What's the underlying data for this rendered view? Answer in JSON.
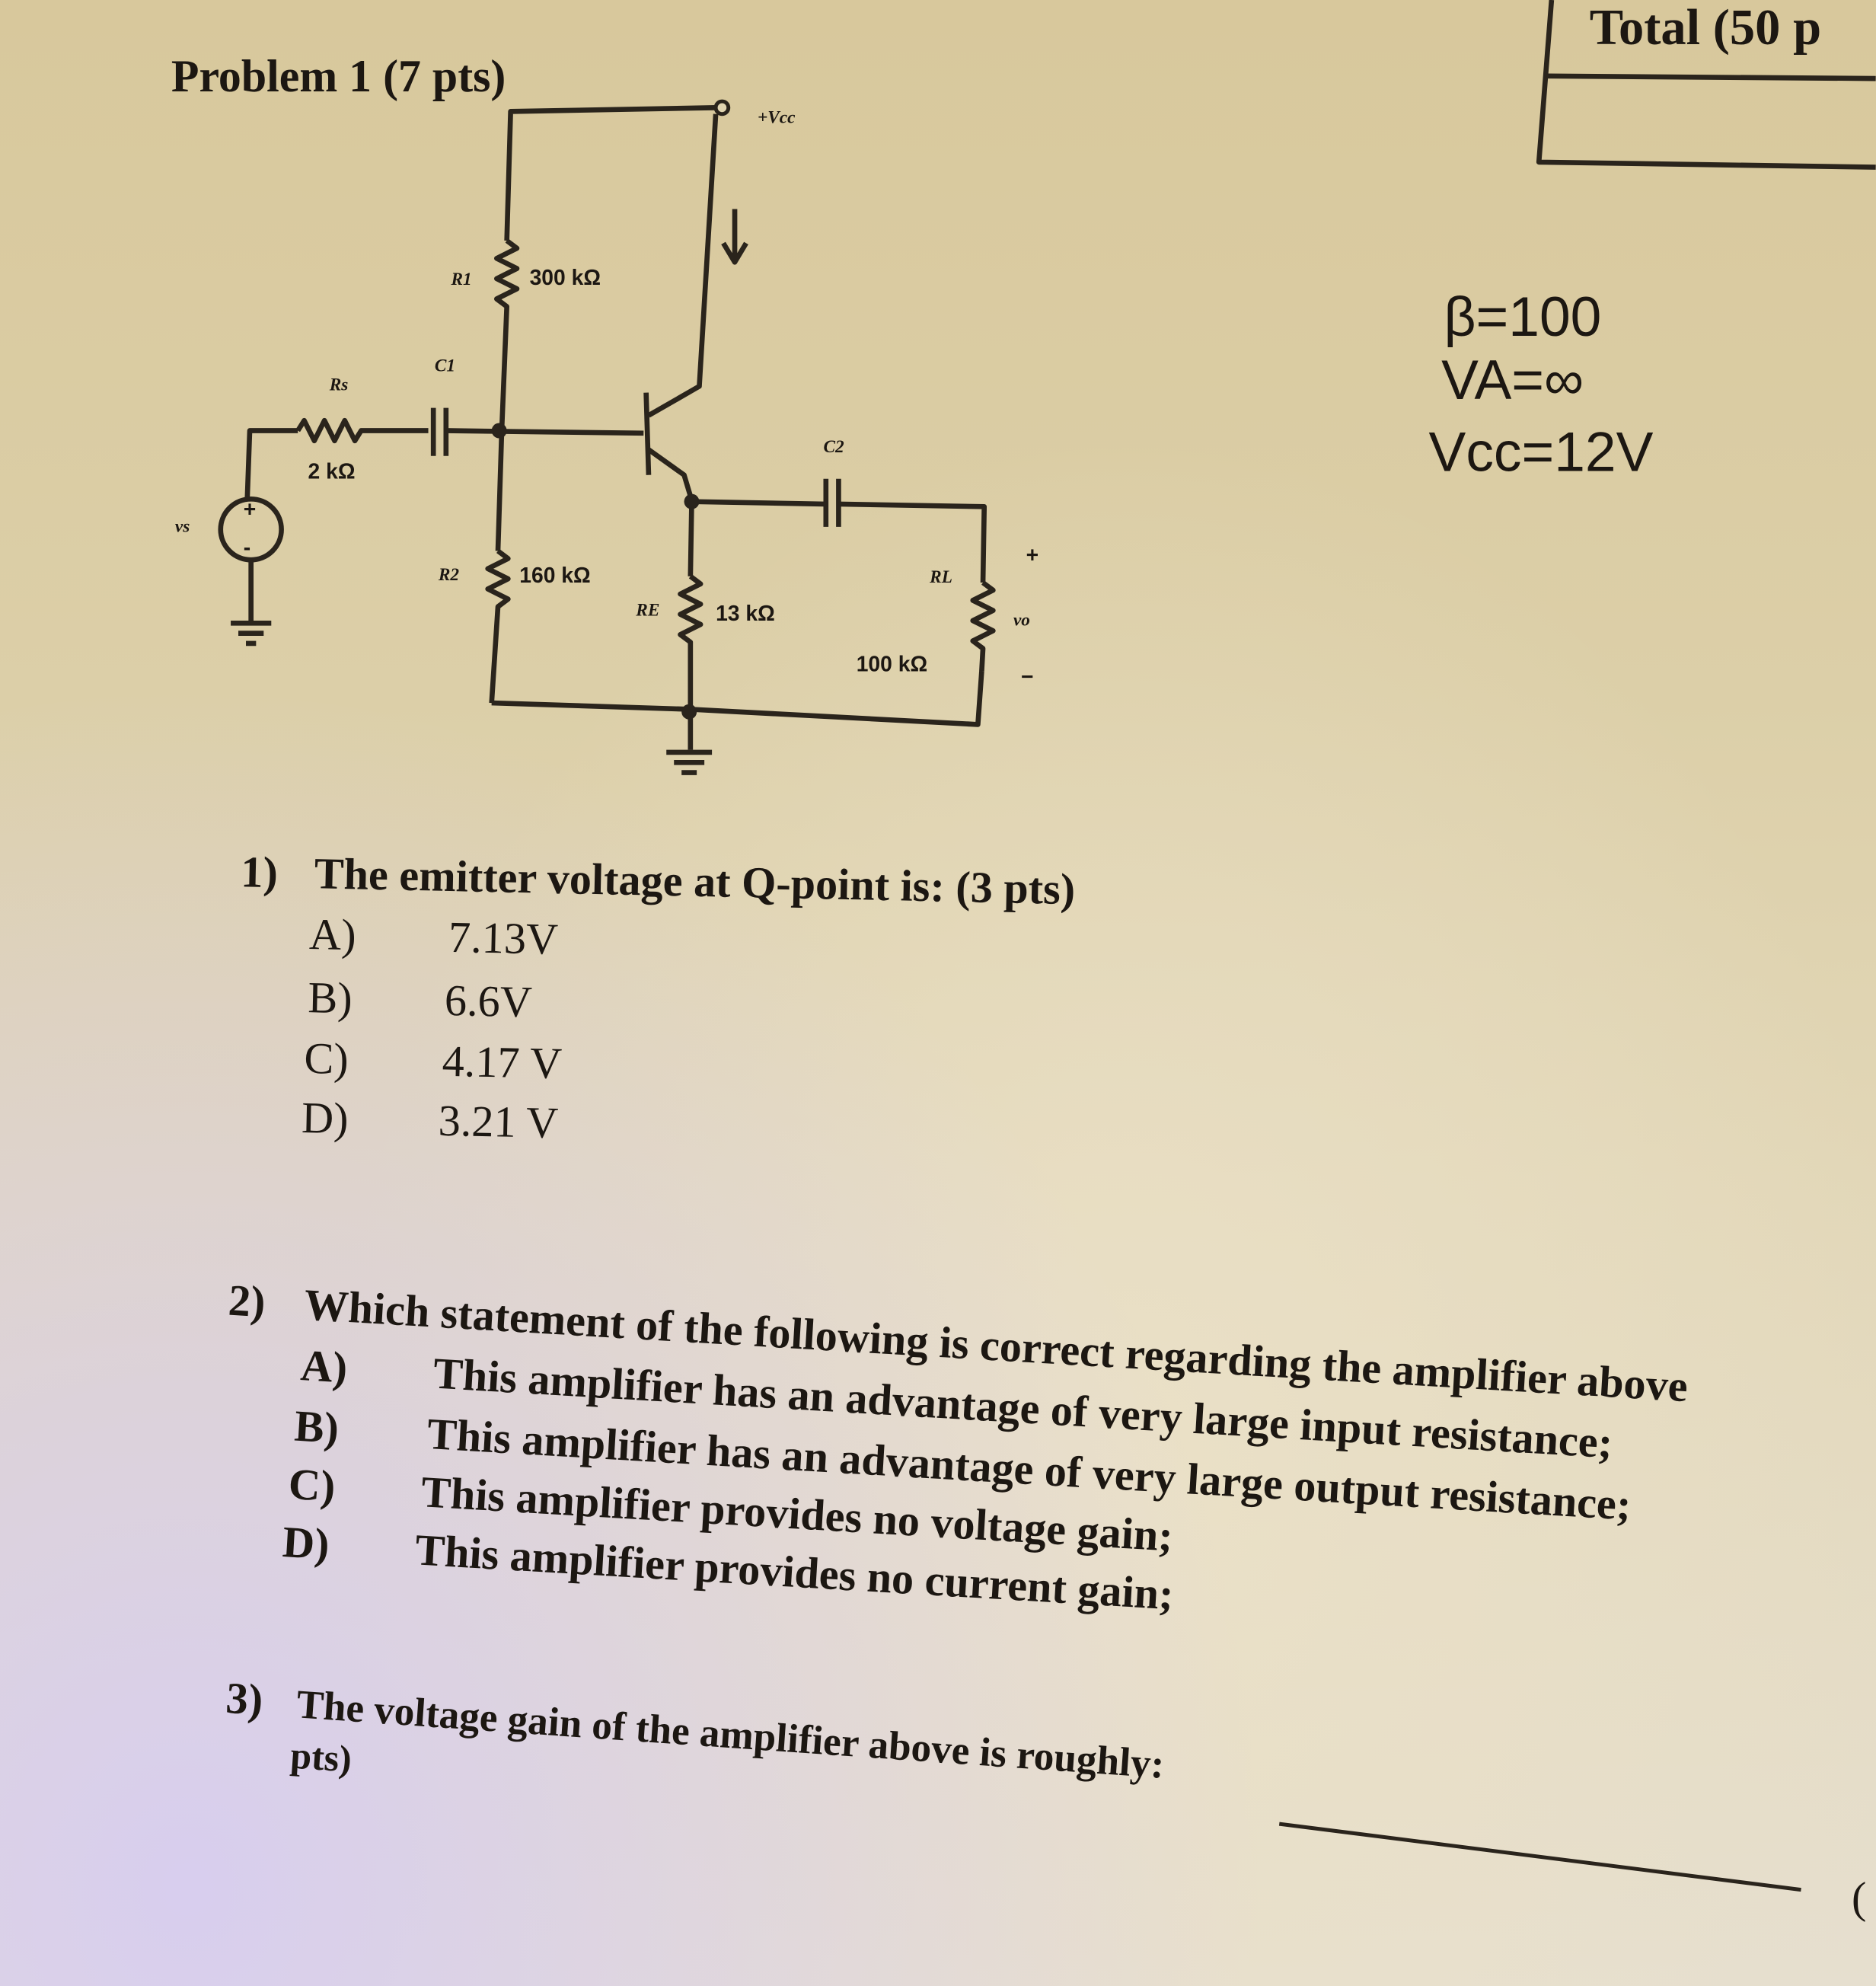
{
  "header": {
    "total_label": "Total (50 p"
  },
  "problem": {
    "title": "Problem 1  (7 pts)"
  },
  "params": {
    "beta": "β=100",
    "va": "VA=∞",
    "vcc": "Vcc=12V"
  },
  "circuit": {
    "vcc_label": "+Vcc",
    "vs_label": "vs",
    "rs_label": "Rs",
    "rs_value": "2 kΩ",
    "c1_label": "C1",
    "r1_label": "R1",
    "r1_value": "300 kΩ",
    "r2_label": "R2",
    "r2_value": "160 kΩ",
    "re_label": "RE",
    "re_value": "13 kΩ",
    "c2_label": "C2",
    "rl_label": "RL",
    "rl_value": "100 kΩ",
    "vo_plus": "+",
    "vo_label": "vo",
    "vo_minus": "−"
  },
  "questions": [
    {
      "number": "1)",
      "text": "The emitter voltage at Q-point is:  (3 pts)",
      "options": [
        {
          "letter": "A)",
          "text": "7.13V"
        },
        {
          "letter": "B)",
          "text": "6.6V"
        },
        {
          "letter": "C)",
          "text": "4.17 V"
        },
        {
          "letter": "D)",
          "text": "3.21 V"
        }
      ]
    },
    {
      "number": "2)",
      "text": "Which statement of the following is correct regarding the amplifier above",
      "options": [
        {
          "letter": "A)",
          "text": "This amplifier has an advantage of very large input resistance;"
        },
        {
          "letter": "B)",
          "text": "This amplifier has an advantage of very large output resistance;"
        },
        {
          "letter": "C)",
          "text": "This amplifier provides no voltage gain;"
        },
        {
          "letter": "D)",
          "text": "This amplifier provides no current gain;"
        }
      ]
    },
    {
      "number": "3)",
      "text": "The voltage gain of the amplifier above is roughly:",
      "text_cont": "pts)",
      "trailing": "("
    }
  ]
}
